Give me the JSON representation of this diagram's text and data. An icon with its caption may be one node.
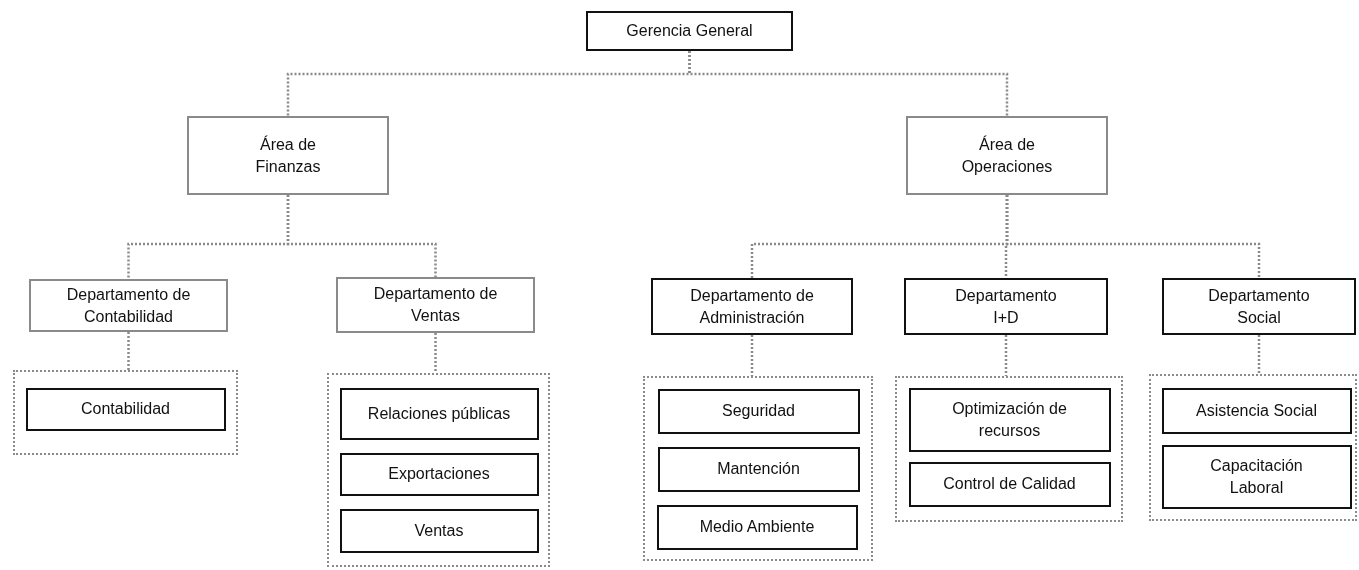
{
  "diagram": {
    "nodes": [
      {
        "text": [
          "Gerencia General"
        ]
      },
      {
        "text": [
          "Área de Finanzas"
        ]
      },
      {
        "text": [
          "Área de Operaciones"
        ]
      },
      {
        "text": [
          "Departamento de Contabilidad"
        ]
      },
      {
        "text": [
          "Departamento de Ventas"
        ]
      },
      {
        "text": [
          "Departamento de Administración"
        ]
      },
      {
        "text": [
          "Departamento I+D"
        ]
      },
      {
        "text": [
          "Departamento Social"
        ]
      },
      {
        "text": [],
        "shape": "box"
      },
      {
        "text": [
          "Contabilidad"
        ],
        "in": 8
      },
      {
        "text": [],
        "shape": "box"
      },
      {
        "text": [
          "Relaciones públicas"
        ],
        "in": 10
      },
      {
        "text": [
          "Exportaciones"
        ],
        "in": 10
      },
      {
        "text": [
          "Ventas"
        ],
        "in": 10
      },
      {
        "text": [],
        "shape": "box"
      },
      {
        "text": [
          "Seguridad"
        ],
        "in": 14
      },
      {
        "text": [
          "Mantención"
        ],
        "in": 14
      },
      {
        "text": [
          "Medio Ambiente"
        ],
        "in": 14
      },
      {
        "text": [],
        "shape": "box"
      },
      {
        "text": [
          "Optimización de recursos"
        ],
        "in": 18
      },
      {
        "text": [
          "Control de Calidad"
        ],
        "in": 18
      },
      {
        "text": [],
        "shape": "box"
      },
      {
        "text": [
          "Asistencia Social"
        ],
        "in": 21
      },
      {
        "text": [
          "Capacitación Laboral"
        ],
        "in": 21
      }
    ],
    "edges": [
      {
        "from": 0,
        "to": 1,
        "arrow": "none"
      },
      {
        "from": 0,
        "to": 2,
        "arrow": "none"
      },
      {
        "from": 1,
        "to": 3,
        "arrow": "none"
      },
      {
        "from": 1,
        "to": 4,
        "arrow": "none"
      },
      {
        "from": 2,
        "to": 5,
        "arrow": "none"
      },
      {
        "from": 2,
        "to": 6,
        "arrow": "none"
      },
      {
        "from": 2,
        "to": 7,
        "arrow": "none"
      },
      {
        "from": 3,
        "to": 8,
        "arrow": "none"
      },
      {
        "from": 4,
        "to": 10,
        "arrow": "none"
      },
      {
        "from": 5,
        "to": 14,
        "arrow": "none"
      },
      {
        "from": 6,
        "to": 18,
        "arrow": "none"
      },
      {
        "from": 7,
        "to": 21,
        "arrow": "none"
      }
    ]
  }
}
